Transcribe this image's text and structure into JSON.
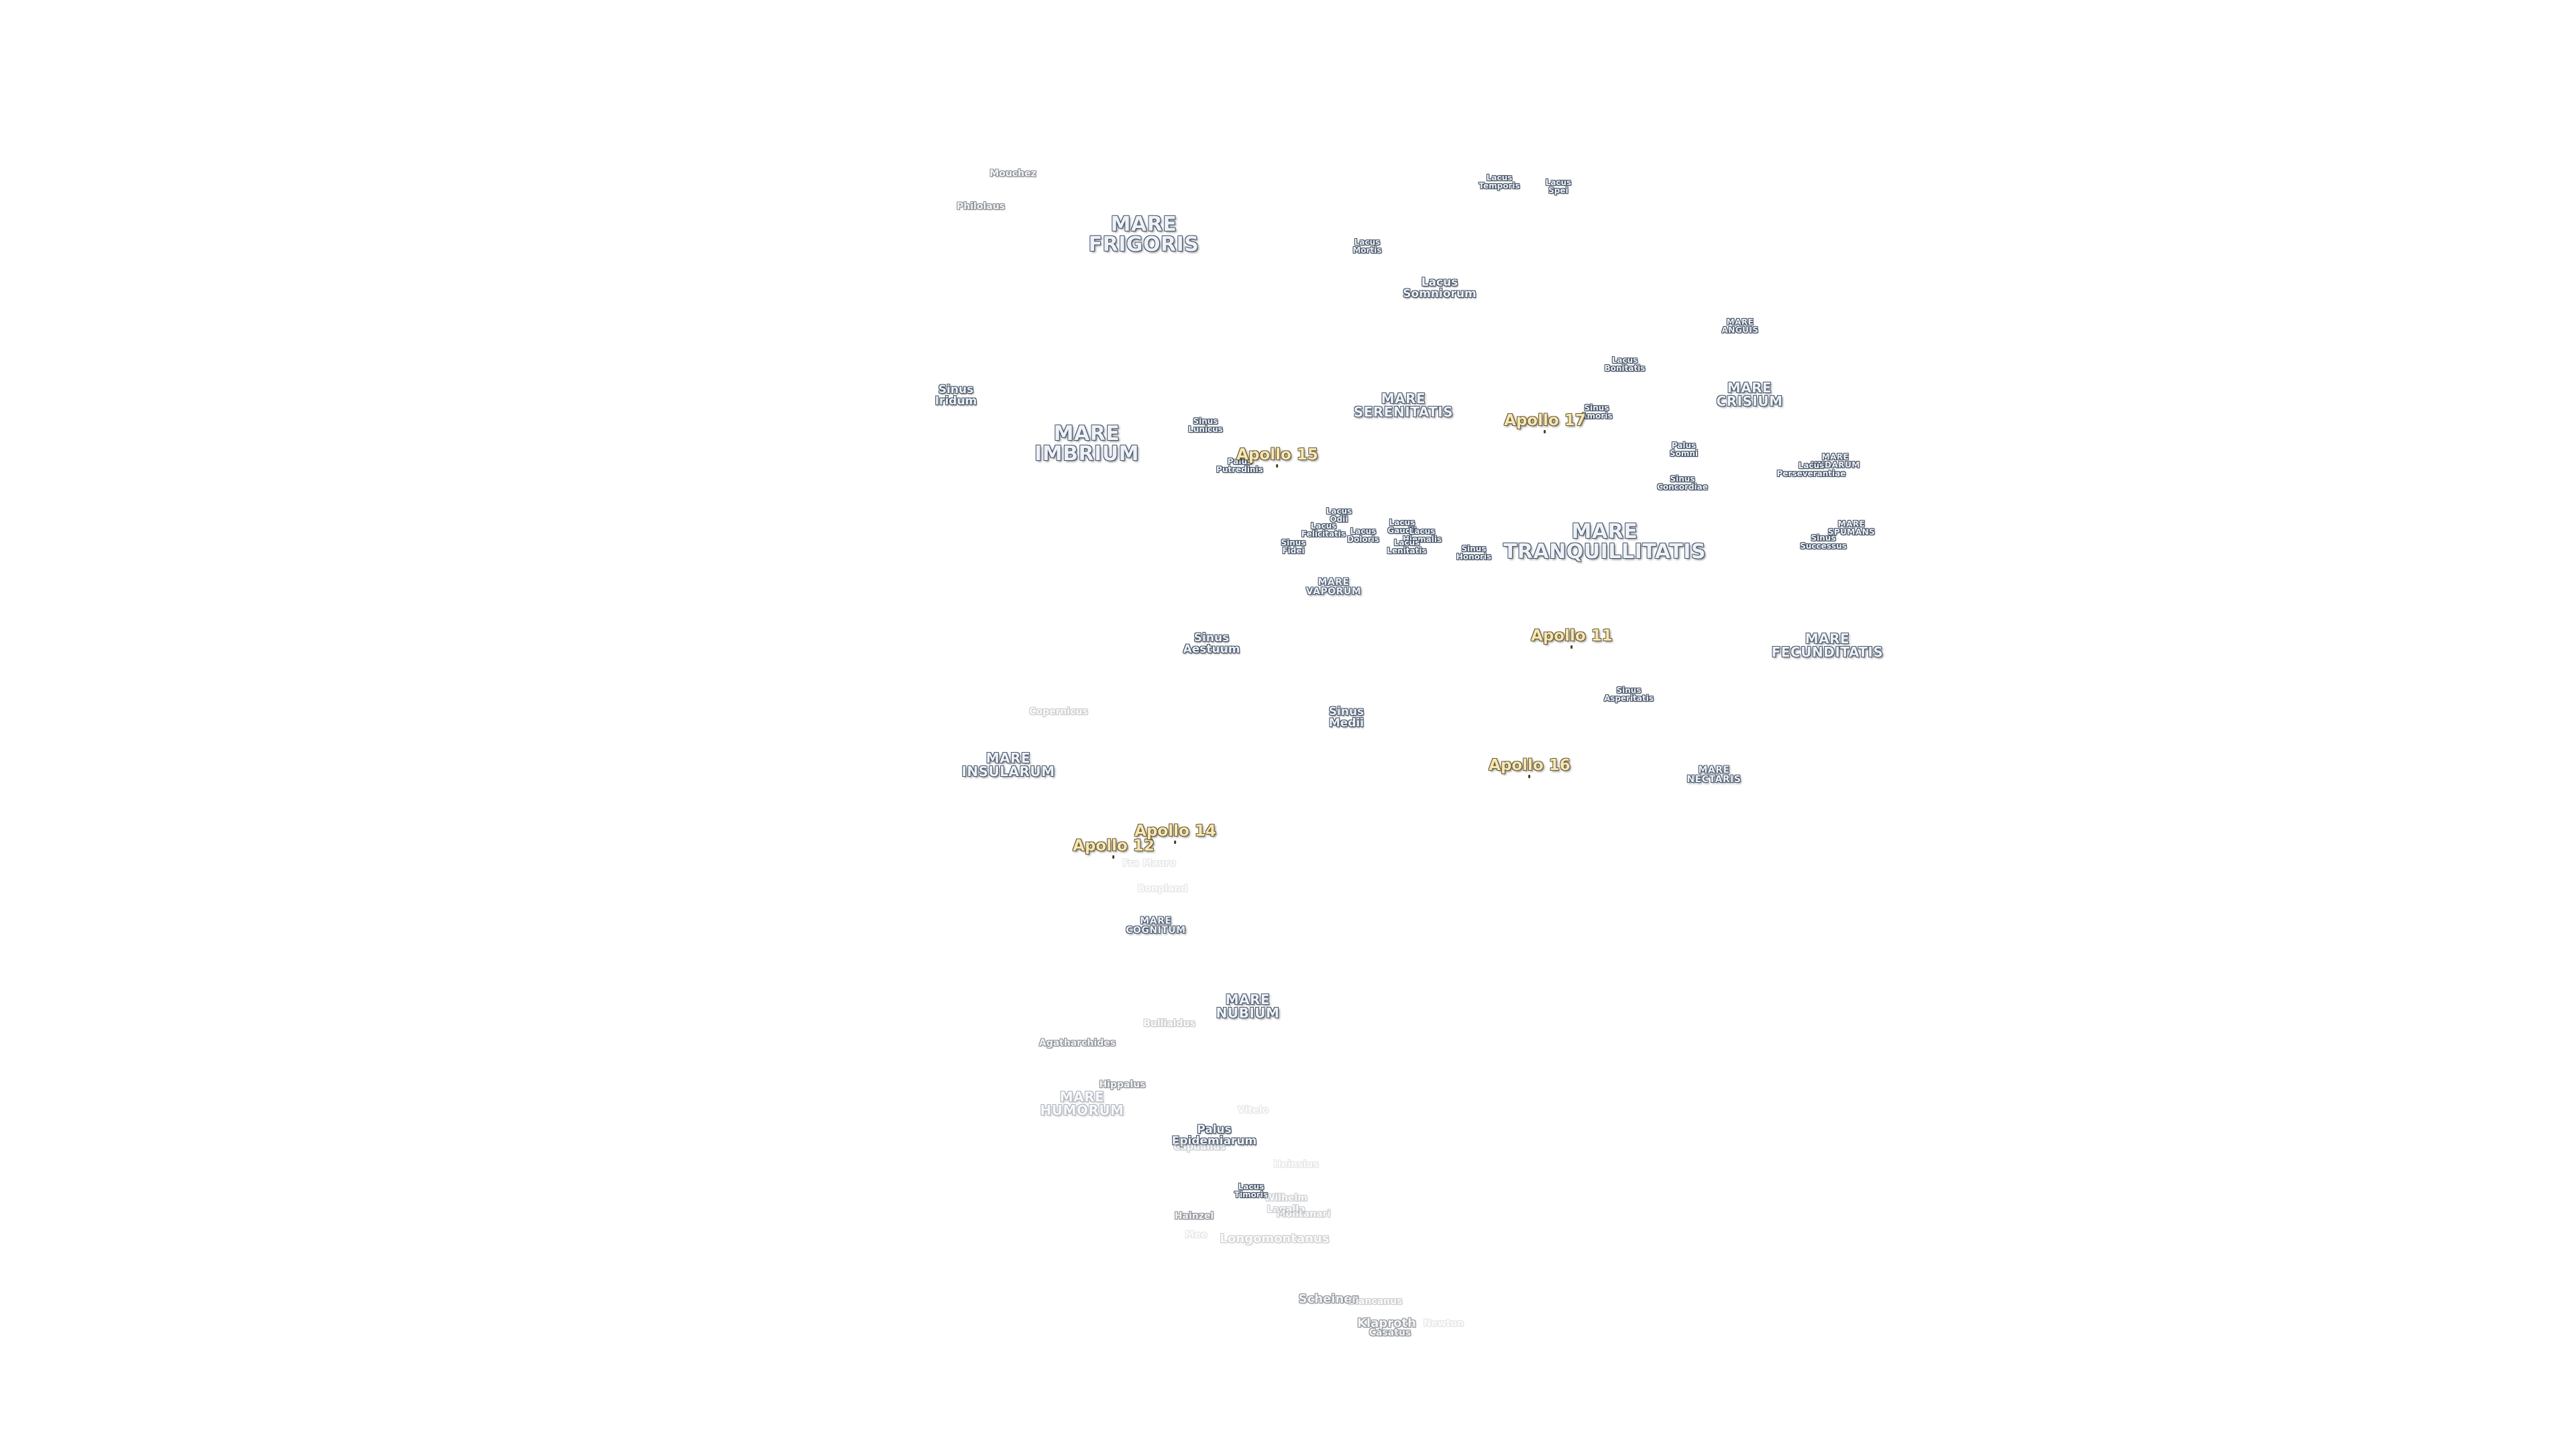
{
  "map": {
    "maria": [
      {
        "key": "frigoris",
        "lines": [
          "MARE",
          "FRIGORIS"
        ]
      },
      {
        "key": "imbrium",
        "lines": [
          "MARE",
          "IMBRIUM"
        ]
      },
      {
        "key": "serenitatis",
        "lines": [
          "MARE",
          "SERENITATIS"
        ]
      },
      {
        "key": "crisium",
        "lines": [
          "MARE",
          "CRISIUM"
        ]
      },
      {
        "key": "tranquillitatis",
        "lines": [
          "MARE",
          "TRANQUILLITATIS"
        ]
      },
      {
        "key": "fecunditatis",
        "lines": [
          "MARE",
          "FECUNDITATIS"
        ]
      },
      {
        "key": "vaporum",
        "lines": [
          "MARE",
          "VAPORUM"
        ]
      },
      {
        "key": "insularum",
        "lines": [
          "MARE",
          "INSULARUM"
        ]
      },
      {
        "key": "nectaris",
        "lines": [
          "MARE",
          "NECTARIS"
        ]
      },
      {
        "key": "cognitum",
        "lines": [
          "MARE",
          "COGNITUM"
        ]
      },
      {
        "key": "nubium",
        "lines": [
          "MARE",
          "NUBIUM"
        ]
      },
      {
        "key": "humorum",
        "lines": [
          "MARE",
          "HUMORUM"
        ]
      },
      {
        "key": "anguis",
        "lines": [
          "MARE",
          "ANGUIS"
        ]
      },
      {
        "key": "undarum",
        "lines": [
          "MARE",
          "UNDARUM"
        ]
      },
      {
        "key": "spumans",
        "lines": [
          "MARE",
          "SPUMANS"
        ]
      }
    ],
    "minor_features": [
      {
        "key": "lacus-somniorum",
        "lines": [
          "Lacus",
          "Somniorum"
        ]
      },
      {
        "key": "lacus-mortis",
        "lines": [
          "Lacus",
          "Mortis"
        ]
      },
      {
        "key": "lacus-temporis",
        "lines": [
          "Lacus",
          "Temporis"
        ]
      },
      {
        "key": "lacus-spei",
        "lines": [
          "Lacus",
          "Spei"
        ]
      },
      {
        "key": "sinus-iridum",
        "lines": [
          "Sinus",
          "Iridum"
        ]
      },
      {
        "key": "sinus-lunicus",
        "lines": [
          "Sinus",
          "Lunicus"
        ]
      },
      {
        "key": "palus-putredinis",
        "lines": [
          "Palus",
          "Putredinis"
        ]
      },
      {
        "key": "lacus-bonitatis",
        "lines": [
          "Lacus",
          "Bonitatis"
        ]
      },
      {
        "key": "sinus-amoris",
        "lines": [
          "Sinus",
          "Amoris"
        ]
      },
      {
        "key": "palus-somni",
        "lines": [
          "Palus",
          "Somni"
        ]
      },
      {
        "key": "sinus-concordiae",
        "lines": [
          "Sinus",
          "Concordiae"
        ]
      },
      {
        "key": "lacus-perseverantiae",
        "lines": [
          "Lacus",
          "Perseverantiae"
        ]
      },
      {
        "key": "sinus-successus",
        "lines": [
          "Sinus",
          "Successus"
        ]
      },
      {
        "key": "lacus-odii",
        "lines": [
          "Lacus",
          "Odii"
        ]
      },
      {
        "key": "lacus-felicitatis",
        "lines": [
          "Lacus",
          "Felicitatis"
        ]
      },
      {
        "key": "lacus-doloris",
        "lines": [
          "Lacus",
          "Doloris"
        ]
      },
      {
        "key": "sinus-fidei",
        "lines": [
          "Sinus",
          "Fidei"
        ]
      },
      {
        "key": "lacus-gaudii",
        "lines": [
          "Lacus",
          "Gaudii"
        ]
      },
      {
        "key": "lacus-hiemalis",
        "lines": [
          "Lacus",
          "Hiemalis"
        ]
      },
      {
        "key": "lacus-lenitatis",
        "lines": [
          "Lacus",
          "Lenitatis"
        ]
      },
      {
        "key": "sinus-honoris",
        "lines": [
          "Sinus",
          "Honoris"
        ]
      },
      {
        "key": "sinus-aestuum",
        "lines": [
          "Sinus",
          "Aestuum"
        ]
      },
      {
        "key": "sinus-medii",
        "lines": [
          "Sinus",
          "Medii"
        ]
      },
      {
        "key": "sinus-asperitatis",
        "lines": [
          "Sinus",
          "Asperitatis"
        ]
      },
      {
        "key": "palus-epidemiarum",
        "lines": [
          "Palus",
          "Epidemiarum"
        ]
      },
      {
        "key": "lacus-timoris",
        "lines": [
          "Lacus",
          "Timoris"
        ]
      }
    ],
    "craters": [
      {
        "key": "mouchez",
        "text": "Mouchez",
        "style": "normal"
      },
      {
        "key": "philolaus",
        "text": "Philolaus",
        "style": "normal"
      },
      {
        "key": "copernicus",
        "text": "Copernicus",
        "style": "faint"
      },
      {
        "key": "fra-mauro",
        "text": "Fra Mauro",
        "style": "fainter"
      },
      {
        "key": "bonpland",
        "text": "Bonpland",
        "style": "fainter"
      },
      {
        "key": "bullialdus",
        "text": "Bullialdus",
        "style": "faint"
      },
      {
        "key": "agatharchides",
        "text": "Agatharchides",
        "style": "normal"
      },
      {
        "key": "hippalus",
        "text": "Hippalus",
        "style": "normal"
      },
      {
        "key": "vitelo",
        "text": "Vitelo",
        "style": "fainter"
      },
      {
        "key": "capuanus",
        "text": "Capuanus",
        "style": "faint"
      },
      {
        "key": "heinsius",
        "text": "Heinsius",
        "style": "fainter"
      },
      {
        "key": "wilhelm",
        "text": "Wilhelm",
        "style": "faint"
      },
      {
        "key": "lagalla",
        "text": "Lagalla",
        "style": "faint"
      },
      {
        "key": "montanari",
        "text": "Montanari",
        "style": "faint"
      },
      {
        "key": "hainzel",
        "text": "Hainzel",
        "style": "normal"
      },
      {
        "key": "mee",
        "text": "Mee",
        "style": "fainter"
      },
      {
        "key": "longomontanus",
        "text": "Longomontanus",
        "style": "large"
      },
      {
        "key": "scheiner",
        "text": "Scheiner",
        "style": "large"
      },
      {
        "key": "blancanus",
        "text": "Blancanus",
        "style": "faint"
      },
      {
        "key": "klaproth",
        "text": "Klaproth",
        "style": "large"
      },
      {
        "key": "casatus",
        "text": "Casatus",
        "style": "normal"
      },
      {
        "key": "newton",
        "text": "Newton",
        "style": "fainter"
      }
    ],
    "apollo_sites": [
      {
        "key": "apollo-11",
        "text": "Apollo 11"
      },
      {
        "key": "apollo-12",
        "text": "Apollo 12"
      },
      {
        "key": "apollo-14",
        "text": "Apollo 14"
      },
      {
        "key": "apollo-15",
        "text": "Apollo 15"
      },
      {
        "key": "apollo-16",
        "text": "Apollo 16"
      },
      {
        "key": "apollo-17",
        "text": "Apollo 17"
      }
    ],
    "colors": {
      "label_fill": "#eef2f8",
      "label_outline": "#46556a",
      "apollo_fill": "#f6e7b4",
      "apollo_outline": "#6a5a30",
      "background": "#ffffff"
    }
  }
}
